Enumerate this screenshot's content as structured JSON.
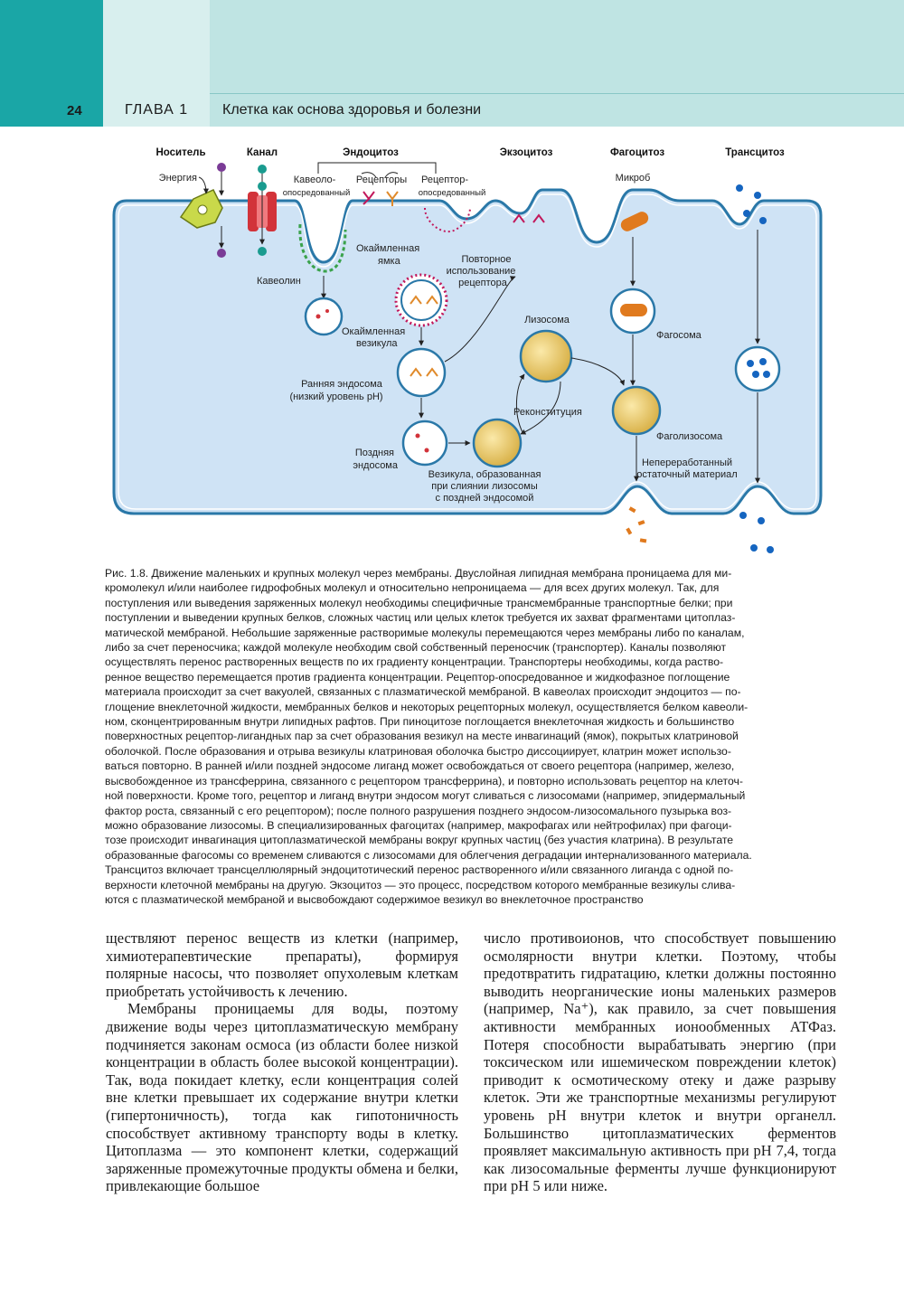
{
  "header": {
    "page_number": "24",
    "chapter": "ГЛАВА 1",
    "chapter_title": "Клетка как основа здоровья и болезни"
  },
  "figure": {
    "top_labels": {
      "carrier": "Носитель",
      "channel": "Канал",
      "endocytosis": "Эндоцитоз",
      "exocytosis": "Экзоцитоз",
      "phagocytosis": "Фагоцитоз",
      "transcytosis": "Трансцитоз"
    },
    "labels": {
      "energy": "Энергия",
      "caveolae_line1": "Кавеоло-",
      "caveolae_line2": "опосредованный",
      "receptors": "Рецепторы",
      "receptor_line1": "Рецептор-",
      "receptor_line2": "опосредованный",
      "microbe": "Микроб",
      "caveolin": "Кавеолин",
      "coated_pit_1": "Окаймленная",
      "coated_pit_2": "ямка",
      "recycling_1": "Повторное",
      "recycling_2": "использование",
      "recycling_3": "рецептора",
      "coated_vesicle_1": "Окаймленная",
      "coated_vesicle_2": "везикула",
      "lysosome": "Лизосома",
      "phagosome": "Фагосома",
      "early_endosome_1": "Ранняя эндосома",
      "early_endosome_2": "(низкий уровень pH)",
      "reconstitution": "Реконституция",
      "phagolysosome": "Фаголизосома",
      "late_endosome_1": "Поздняя",
      "late_endosome_2": "эндосома",
      "hybrid_vesicle_1": "Везикула, образованная",
      "hybrid_vesicle_2": "при слиянии лизосомы",
      "hybrid_vesicle_3": "с поздней эндосомой",
      "residual_1": "Непереработанный",
      "residual_2": "остаточный материал"
    }
  },
  "caption": {
    "lines": [
      "Рис. 1.8. Движение маленьких и крупных молекул через мембраны. Двуслойная липидная мембрана проницаема для ми-",
      "кромолекул и/или наиболее гидрофобных молекул и относительно непроницаема — для всех других молекул. Так, для",
      "поступления или выведения заряженных молекул необходимы специфичные трансмембранные транспортные белки; при",
      "поступлении и выведении крупных белков, сложных частиц или целых клеток требуется их захват фрагментами цитоплаз-",
      "матической мембраной. Небольшие заряженные растворимые молекулы перемещаются через мембраны либо по каналам,",
      "либо за счет переносчика; каждой молекуле необходим свой собственный переносчик (транспортер). Каналы позволяют",
      "осуществлять перенос растворенных веществ по их градиенту концентрации. Транспортеры необходимы, когда раство-",
      "ренное вещество перемещается против градиента концентрации. Рецептор-опосредованное и жидкофазное поглощение",
      "материала происходит за счет вакуолей, связанных с плазматической мембраной. В кавеолах происходит эндоцитоз — по-",
      "глощение внеклеточной жидкости, мембранных белков и некоторых рецепторных молекул, осуществляется белком кавеоли-",
      "ном, сконцентрированным внутри липидных рафтов. При пиноцитозе поглощается внеклеточная жидкость и большинство",
      "поверхностных рецептор-лигандных пар за счет образования везикул на месте инвагинаций (ямок), покрытых клатриновой",
      "оболочкой. После образования и отрыва везикулы клатриновая оболочка быстро диссоциирует, клатрин может использо-",
      "ваться повторно. В ранней и/или поздней эндосоме лиганд может освобождаться от своего рецептора (например, железо,",
      "высвобожденное из трансферрина, связанного с рецептором трансферрина), и повторно использовать рецептор на клеточ-",
      "ной поверхности. Кроме того, рецептор и лиганд внутри эндосом могут сливаться с лизосомами (например, эпидермальный",
      "фактор роста, связанный с его рецептором); после полного разрушения позднего эндосом-лизосомального пузырька воз-",
      "можно образование лизосомы. В специализированных фагоцитах (например, макрофагах или нейтрофилах) при фагоци-",
      "тозе происходит инвагинация цитоплазматической мембраны вокруг крупных частиц (без участия клатрина). В результате",
      "образованные фагосомы со временем сливаются с лизосомами для облегчения деградации интернализованного материала.",
      "Трансцитоз включает трансцеллюлярный эндоцитотический перенос растворенного и/или связанного лиганда с одной по-",
      "верхности клеточной мембраны на другую. Экзоцитоз — это процесс, посредством которого мембранные везикулы слива-",
      "ются с плазматической мембраной и высвобождают содержимое везикул во внеклеточное пространство"
    ]
  },
  "body": {
    "left_col": [
      "ществляют перенос веществ из клетки (например, химиотерапевтические препараты), формируя полярные насосы, что позволяет опухолевым клеткам приобретать устойчивость к лечению.",
      "Мембраны проницаемы для воды, поэтому движение воды через цитоплазматическую мембрану подчиняется законам осмоса (из области более низкой концентрации в область более высокой концентрации). Так, вода покидает клетку, если концентрация солей вне клетки превышает их содержание внутри клетки (гипертоничность), тогда как гипотоничность способствует активному транспорту воды в клетку. Цитоплазма — это компонент клетки, содержащий заряженные промежуточные продукты обмена и белки, привлекающие большое"
    ],
    "right_col": "число противоионов, что способствует повышению осмолярности внутри клетки. Поэтому, чтобы предотвратить гидратацию, клетки должны постоянно выводить неорганические ионы маленьких размеров (например, Na⁺), как правило, за счет повышения активности мембранных ионообменных АТФаз. Потеря способности вырабатывать энергию (при токсическом или ишемическом повреждении клеток) приводит к осмотическому отеку и даже разрыву клеток. Эти же транспортные механизмы регулируют уровень pH внутри клеток и внутри органелл. Большинство цитоплазматических ферментов проявляет максимальную активность при pH 7,4, тогда как лизосомальные ферменты лучше функционируют при pH 5 или ниже."
  }
}
